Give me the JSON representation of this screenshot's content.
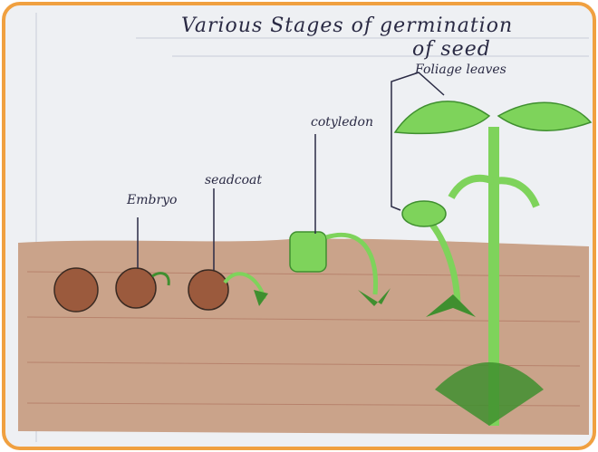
{
  "drawing": {
    "title_line1": "Various   Stages of  germination",
    "title_line2": "of  seed",
    "labels": {
      "embryo": "Embryo",
      "seedcoat": "seadcoat",
      "cotyledon": "cotyledon",
      "foliage_leaves": "Foliage leaves"
    },
    "colors": {
      "border": "#f0a040",
      "paper": "#eef0f3",
      "soil": "#caa38a",
      "soil_dark": "#9a5f45",
      "seed": "#9b5a3d",
      "green": "#7ed35b",
      "green_dark": "#3f8f2f"
    }
  }
}
